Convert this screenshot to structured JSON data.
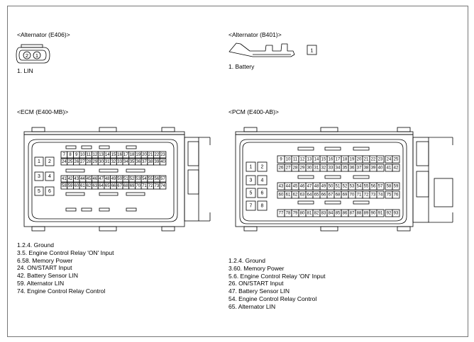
{
  "sections": {
    "alt_e406": {
      "title": "<Alternator (E406)>",
      "pins": [
        "2",
        "1"
      ],
      "legend": [
        "1. LIN"
      ]
    },
    "alt_b401": {
      "title": "<Alternator (B401)>",
      "terminal": "1",
      "legend": [
        "1. Battery"
      ]
    },
    "ecm": {
      "title": "<ECM (E400-MB)>",
      "pins_left": [
        "1",
        "2",
        "3",
        "4",
        "5",
        "6"
      ],
      "row1": [
        "7",
        "8",
        "9",
        "10",
        "11",
        "12",
        "13",
        "14",
        "15",
        "16",
        "17",
        "18",
        "19",
        "20",
        "21",
        "22",
        "23"
      ],
      "row2": [
        "24",
        "25",
        "26",
        "27",
        "28",
        "29",
        "30",
        "31",
        "32",
        "33",
        "34",
        "35",
        "36",
        "37",
        "38",
        "39",
        "40"
      ],
      "row3": [
        "41",
        "42",
        "43",
        "44",
        "45",
        "46",
        "47",
        "48",
        "49",
        "50",
        "51",
        "52",
        "53",
        "54",
        "55",
        "56",
        "57"
      ],
      "row4": [
        "58",
        "59",
        "60",
        "61",
        "62",
        "63",
        "64",
        "65",
        "66",
        "67",
        "68",
        "69",
        "70",
        "71",
        "72",
        "73",
        "74"
      ],
      "legend": [
        "1.2.4. Ground",
        "3.5. Engine Control Relay 'ON' Input",
        "6.58. Memory Power",
        "24. ON/START Input",
        "42. Battery Sensor LIN",
        "59. Alternator LIN",
        "74. Engine Control Relay Control"
      ]
    },
    "pcm": {
      "title": "<PCM (E400-AB)>",
      "pins_left": [
        "1",
        "2",
        "3",
        "4",
        "5",
        "6",
        "7",
        "8"
      ],
      "row1": [
        "9",
        "10",
        "11",
        "12",
        "13",
        "14",
        "15",
        "16",
        "17",
        "18",
        "19",
        "20",
        "21",
        "22",
        "23",
        "24",
        "25"
      ],
      "row2": [
        "26",
        "27",
        "28",
        "29",
        "30",
        "31",
        "32",
        "33",
        "34",
        "35",
        "36",
        "37",
        "38",
        "39",
        "40",
        "41",
        "42"
      ],
      "row3": [
        "43",
        "44",
        "45",
        "46",
        "47",
        "48",
        "49",
        "50",
        "51",
        "52",
        "53",
        "54",
        "55",
        "56",
        "57",
        "58",
        "59"
      ],
      "row4": [
        "60",
        "61",
        "62",
        "63",
        "64",
        "65",
        "66",
        "67",
        "68",
        "69",
        "70",
        "71",
        "72",
        "73",
        "74",
        "75",
        "76"
      ],
      "row5": [
        "77",
        "78",
        "79",
        "80",
        "81",
        "82",
        "83",
        "84",
        "85",
        "86",
        "87",
        "88",
        "89",
        "90",
        "91",
        "92",
        "93"
      ],
      "legend": [
        "1.2.4. Ground",
        "3.60. Memory Power",
        "5.6. Engine Control Relay 'ON' Input",
        "26. ON/START Input",
        "47. Battery Sensor LIN",
        "54. Engine Control Relay Control",
        "65. Alternator LIN"
      ]
    }
  }
}
